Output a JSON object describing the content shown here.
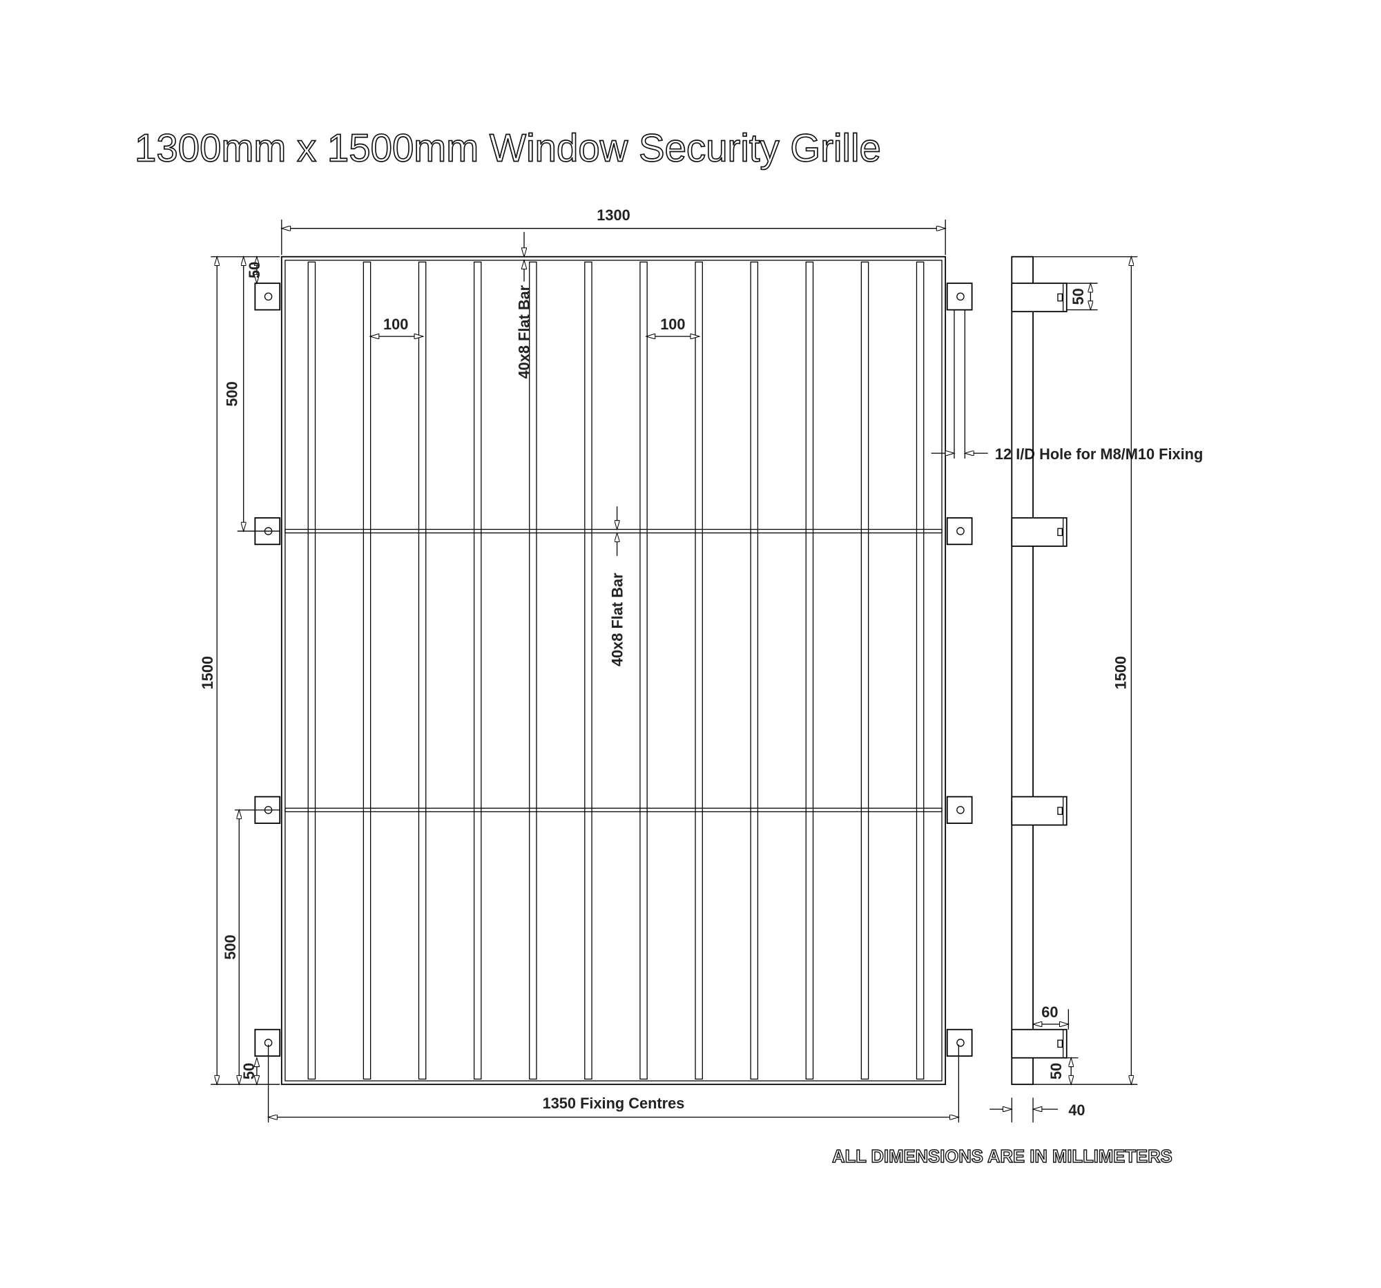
{
  "title": "1300mm x 1500mm Window Security Grille",
  "dimensions": {
    "width": "1300",
    "height_left": "1500",
    "height_side": "1500",
    "top_gap": "50",
    "bottom_gap": "50",
    "upper_spacing": "500",
    "lower_spacing": "500",
    "bar_gap_left": "100",
    "bar_gap_right": "100",
    "fixing_centres": "1350 Fixing Centres",
    "side_lug_gap": "50",
    "side_lug_depth": "60",
    "side_bottom_gap": "50",
    "side_thickness": "40"
  },
  "labels": {
    "flat_bar_top": "40x8 Flat Bar",
    "flat_bar_middle": "40x8 Flat Bar",
    "hole_note": "12 I/D Hole for M8/M10 Fixing"
  },
  "footer_note": "ALL DIMENSIONS ARE IN MILLIMETERS",
  "vertical_bar_count": 12,
  "horizontal_rail_count": 2,
  "fixing_lug_count_per_side": 4
}
